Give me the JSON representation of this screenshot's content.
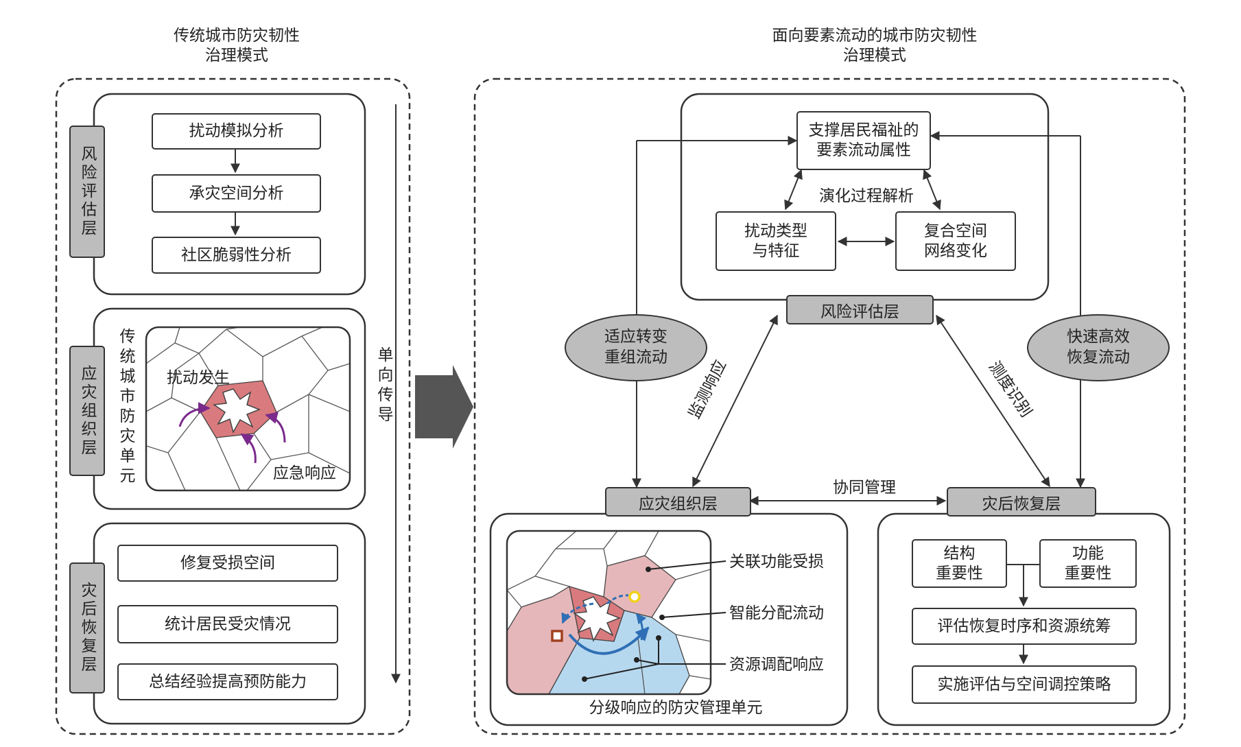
{
  "colors": {
    "stroke": "#333333",
    "tag_fill": "#bdbdbd",
    "zone_red": "#d97b7e",
    "zone_pink": "#e6b7ba",
    "zone_blue": "#b6d8ef",
    "arrow_purple": "#7b2a8c",
    "arrow_blue": "#2f6fb5",
    "marker_yellow": "#f2d21a",
    "marker_brown": "#a0411f",
    "big_arrow": "#555555"
  },
  "left": {
    "title": "传统城市防灾韧性\n治理模式",
    "risk_layer": {
      "label": "风险评估层",
      "steps": [
        "扰动模拟分析",
        "承灾空间分析",
        "社区脆弱性分析"
      ]
    },
    "response_layer": {
      "label": "应灾组织层",
      "unit_label": "传统城市防灾单元",
      "disturbance_label": "扰动发生",
      "emergency_label": "应急响应"
    },
    "recovery_layer": {
      "label": "灾后恢复层",
      "steps": [
        "修复受损空间",
        "统计居民受灾情况",
        "总结经验提高预防能力"
      ]
    },
    "flow_label": "单向传导"
  },
  "right": {
    "title": "面向要素流动的城市防灾韧性\n治理模式",
    "top_panel": {
      "attributes_box": "支撑居民福祉的\n要素流动属性",
      "evolution_label": "演化过程解析",
      "disturbance_box": "扰动类型\n与特征",
      "network_box": "复合空间\n网络变化"
    },
    "risk_layer_tag": "风险评估层",
    "response_layer_tag": "应灾组织层",
    "recovery_layer_tag": "灾后恢复层",
    "oval_left": "适应转变\n重组流动",
    "oval_right": "快速高效\n恢复流动",
    "monitor_label": "监测响应",
    "measure_label": "测度识别",
    "coordination_label": "协同管理",
    "unit_panel": {
      "callouts": [
        "关联功能受损",
        "智能分配流动",
        "资源调配响应"
      ],
      "caption": "分级响应的防灾管理单元"
    },
    "recovery_panel": {
      "structure_box": "结构\n重要性",
      "function_box": "功能\n重要性",
      "assessment_box": "评估恢复时序和资源统筹",
      "strategy_box": "实施评估与空间调控策略"
    }
  }
}
